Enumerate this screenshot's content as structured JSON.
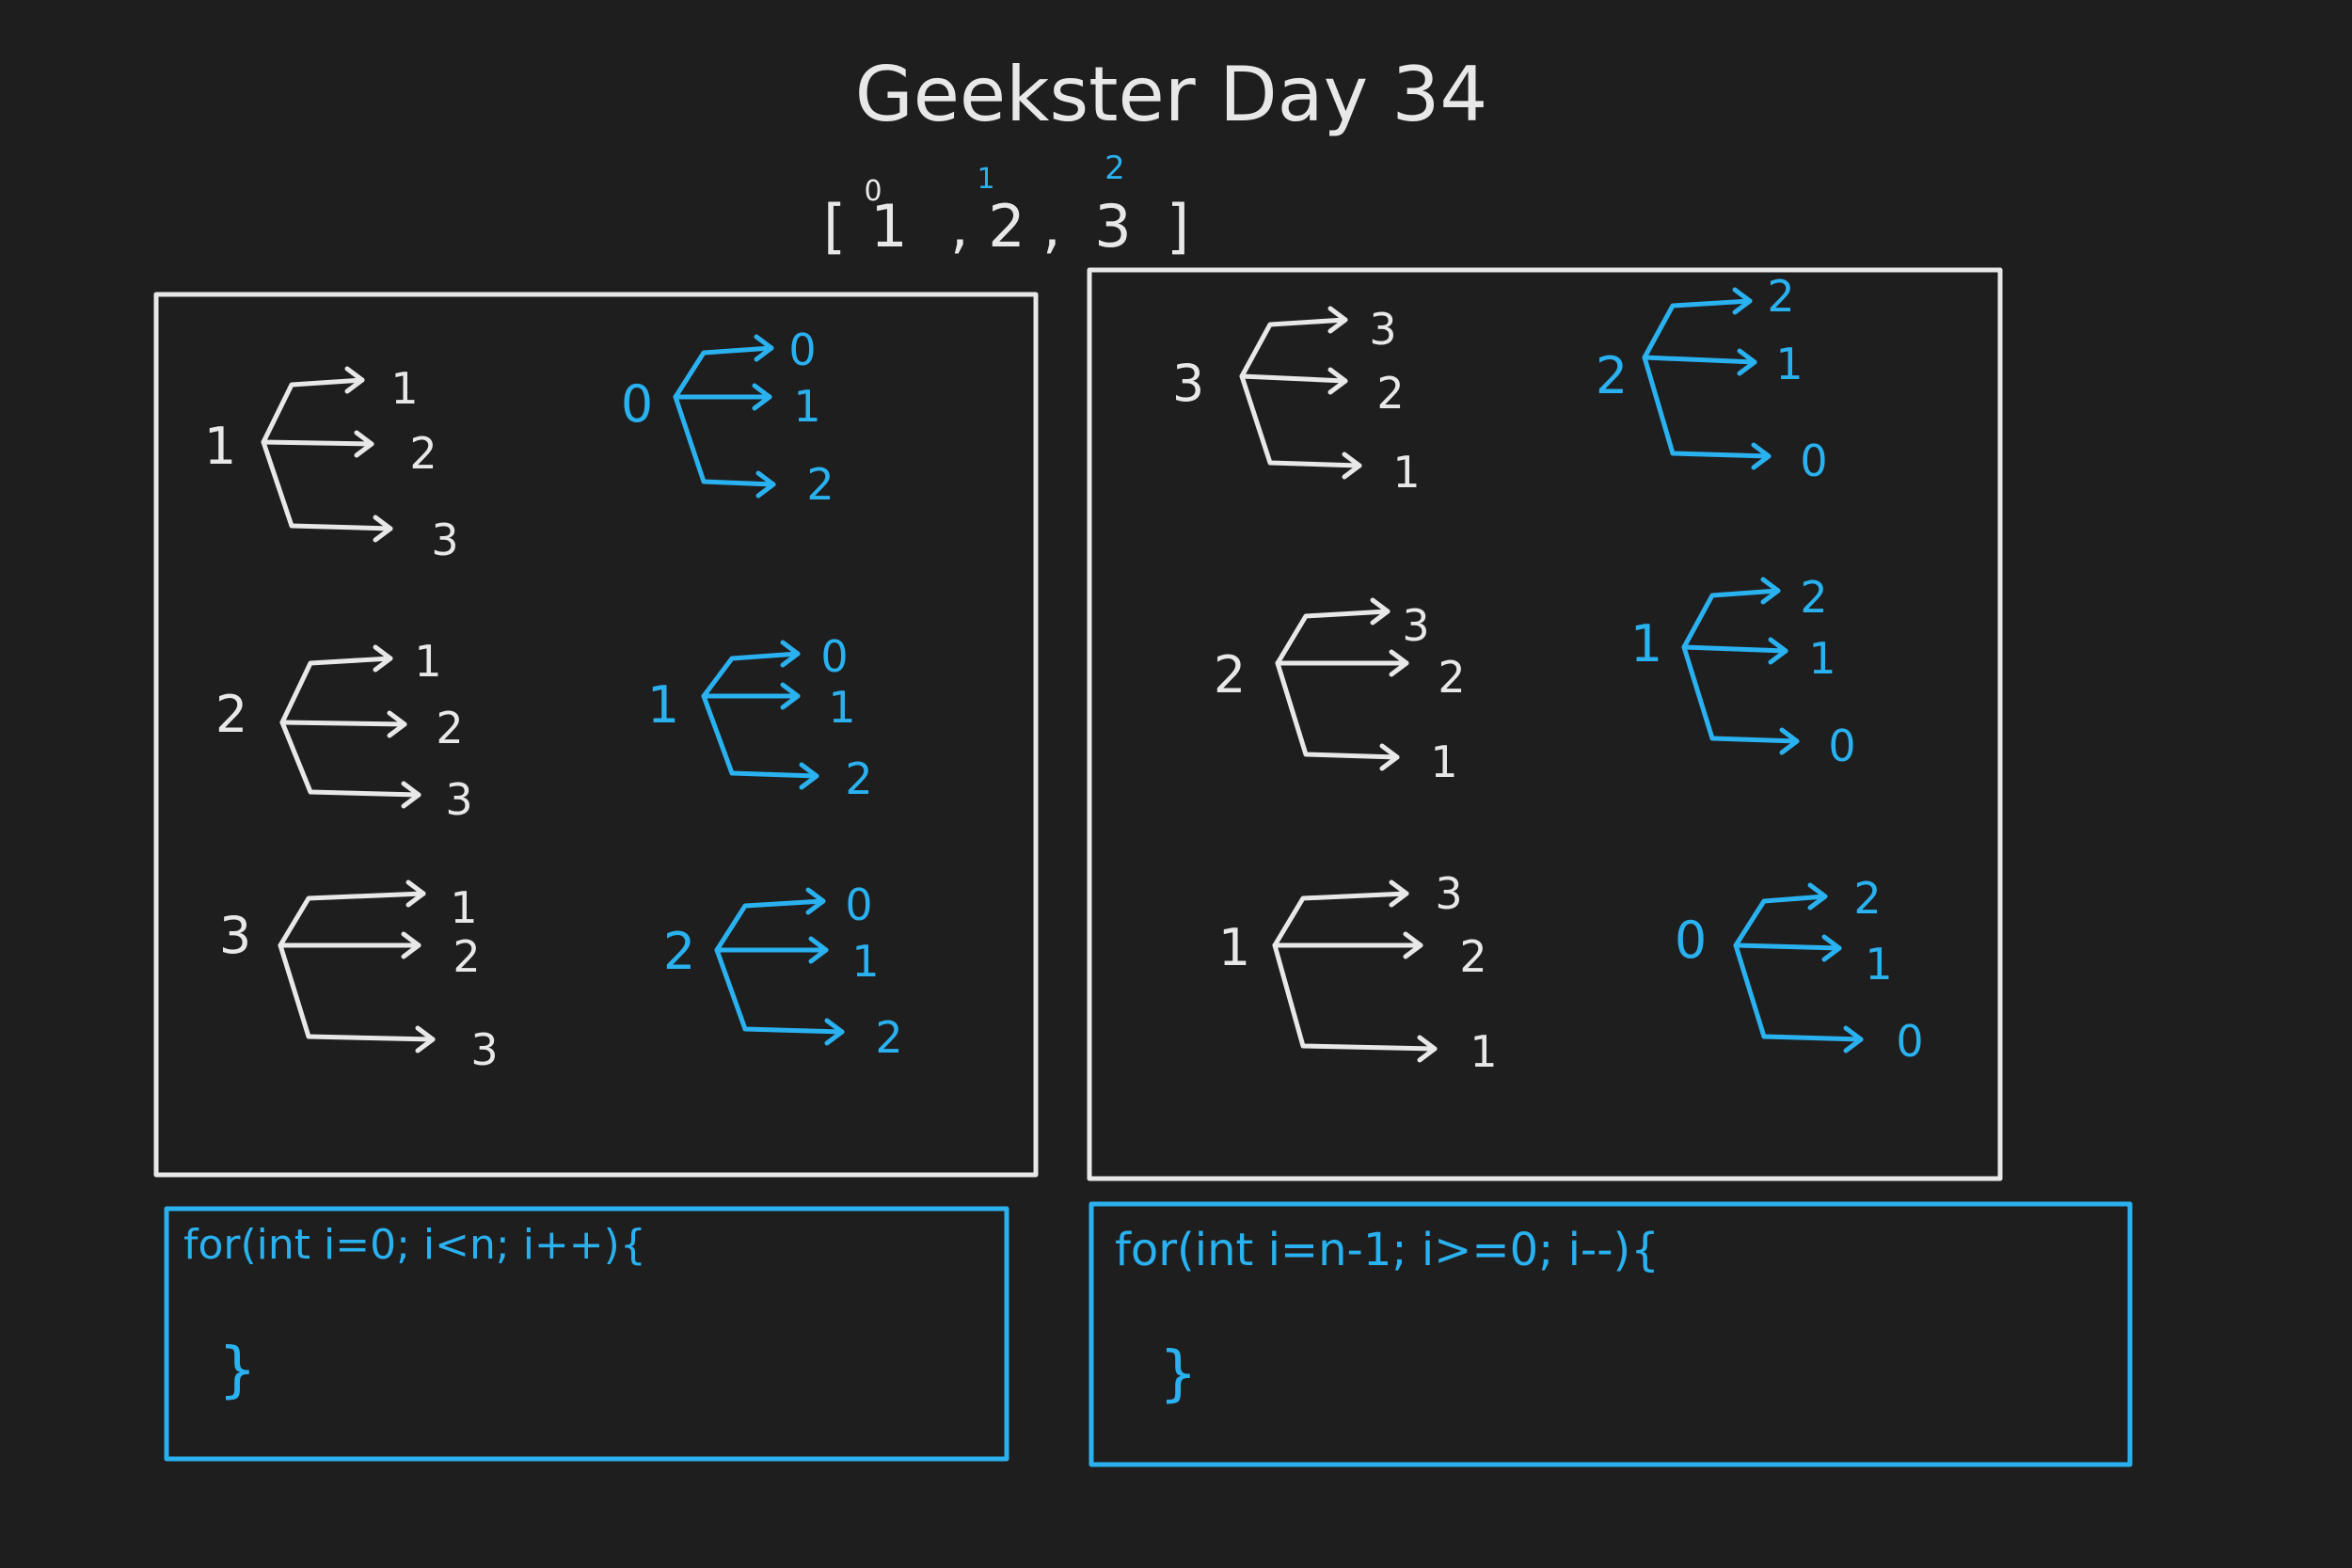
{
  "title": "Geekster Day 34",
  "array": {
    "open": "[",
    "close": "]",
    "sep": ",",
    "values": [
      "1",
      "2",
      "3"
    ],
    "indices": [
      "0",
      "1",
      "2"
    ]
  },
  "left_panel": {
    "value_trees": [
      {
        "root": "1",
        "children": [
          "1",
          "2",
          "3"
        ]
      },
      {
        "root": "2",
        "children": [
          "1",
          "2",
          "3"
        ]
      },
      {
        "root": "3",
        "children": [
          "1",
          "2",
          "3"
        ]
      }
    ],
    "index_trees": [
      {
        "root": "0",
        "children": [
          "0",
          "1",
          "2"
        ]
      },
      {
        "root": "1",
        "children": [
          "0",
          "1",
          "2"
        ]
      },
      {
        "root": "2",
        "children": [
          "0",
          "1",
          "2"
        ]
      }
    ]
  },
  "right_panel": {
    "value_trees": [
      {
        "root": "3",
        "children": [
          "3",
          "2",
          "1"
        ]
      },
      {
        "root": "2",
        "children": [
          "3",
          "2",
          "1"
        ]
      },
      {
        "root": "1",
        "children": [
          "3",
          "2",
          "1"
        ]
      }
    ],
    "index_trees": [
      {
        "root": "2",
        "children": [
          "2",
          "1",
          "0"
        ]
      },
      {
        "root": "1",
        "children": [
          "2",
          "1",
          "0"
        ]
      },
      {
        "root": "0",
        "children": [
          "2",
          "1",
          "0"
        ]
      }
    ]
  },
  "code_left": {
    "line1": "for(int i=0; i<n; i++){",
    "line2": "}"
  },
  "code_right": {
    "line1": "for(int i=n-1; i>=0; i--){",
    "line2": "}"
  },
  "colors": {
    "background": "#1e1e1e",
    "chalk": "#e8e8e8",
    "accent": "#2ab1f0"
  }
}
